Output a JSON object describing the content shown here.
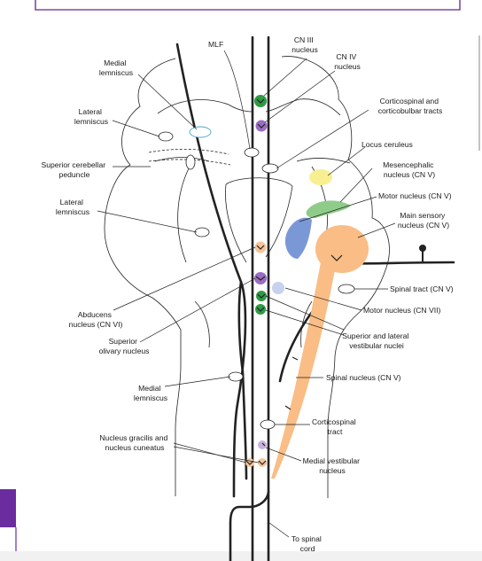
{
  "colors": {
    "box_border": "#7b4aa3",
    "side_bar": "#6a2c9e",
    "green": "#2e9a45",
    "light_green": "#8fcc8a",
    "purple": "#9a6cc2",
    "light_purple": "#c7b2dd",
    "peach": "#f6c49a",
    "orange": "#f9bd85",
    "yellow": "#f7ef91",
    "blue": "#7b98d6",
    "light_blue": "#c6d2ee",
    "outline": "#222222",
    "footer_bar": "#f1f1f1"
  },
  "labels": {
    "mlf": "MLF",
    "cn3": [
      "CN III",
      "nucleus"
    ],
    "cn4": [
      "CN IV",
      "nucleus"
    ],
    "medial_lemniscus_top": [
      "Medial",
      "lemniscus"
    ],
    "lateral_lemniscus_top": [
      "Lateral",
      "lemniscus"
    ],
    "corticospinal_corticobulbar": [
      "Corticospinal and",
      "corticobulbar tracts"
    ],
    "locus_ceruleus": "Locus ceruleus",
    "superior_cerebellar_peduncle": [
      "Superior cerebellar",
      "peduncle"
    ],
    "mesencephalic_nucleus": [
      "Mesencephalic",
      "nucleus (CN V)"
    ],
    "motor_nucleus_cn5": "Motor nucleus (CN V)",
    "lateral_lemniscus_mid": [
      "Lateral",
      "lemniscus"
    ],
    "main_sensory_nucleus": [
      "Main sensory",
      "nucleus (CN V)"
    ],
    "spinal_tract": "Spinal tract (CN V)",
    "abducens_nucleus": [
      "Abducens",
      "nucleus (CN VI)"
    ],
    "motor_nucleus_cn7": "Motor nucleus (CN VII)",
    "superior_olivary": [
      "Superior",
      "olivary nucleus"
    ],
    "superior_lateral_vestibular": [
      "Superior and lateral",
      "vestibular nuclei"
    ],
    "spinal_nucleus": "Spinal nucleus (CN V)",
    "medial_lemniscus_low": [
      "Medial",
      "lemniscus"
    ],
    "corticospinal_tract": [
      "Corticospinal",
      "tract"
    ],
    "gracilis_cuneatus": [
      "Nucleus gracilis and",
      "nucleus cuneatus"
    ],
    "medial_vestibular": [
      "Medial vestibular",
      "nucleus"
    ],
    "to_spinal_cord": [
      "To spinal",
      "cord"
    ]
  }
}
